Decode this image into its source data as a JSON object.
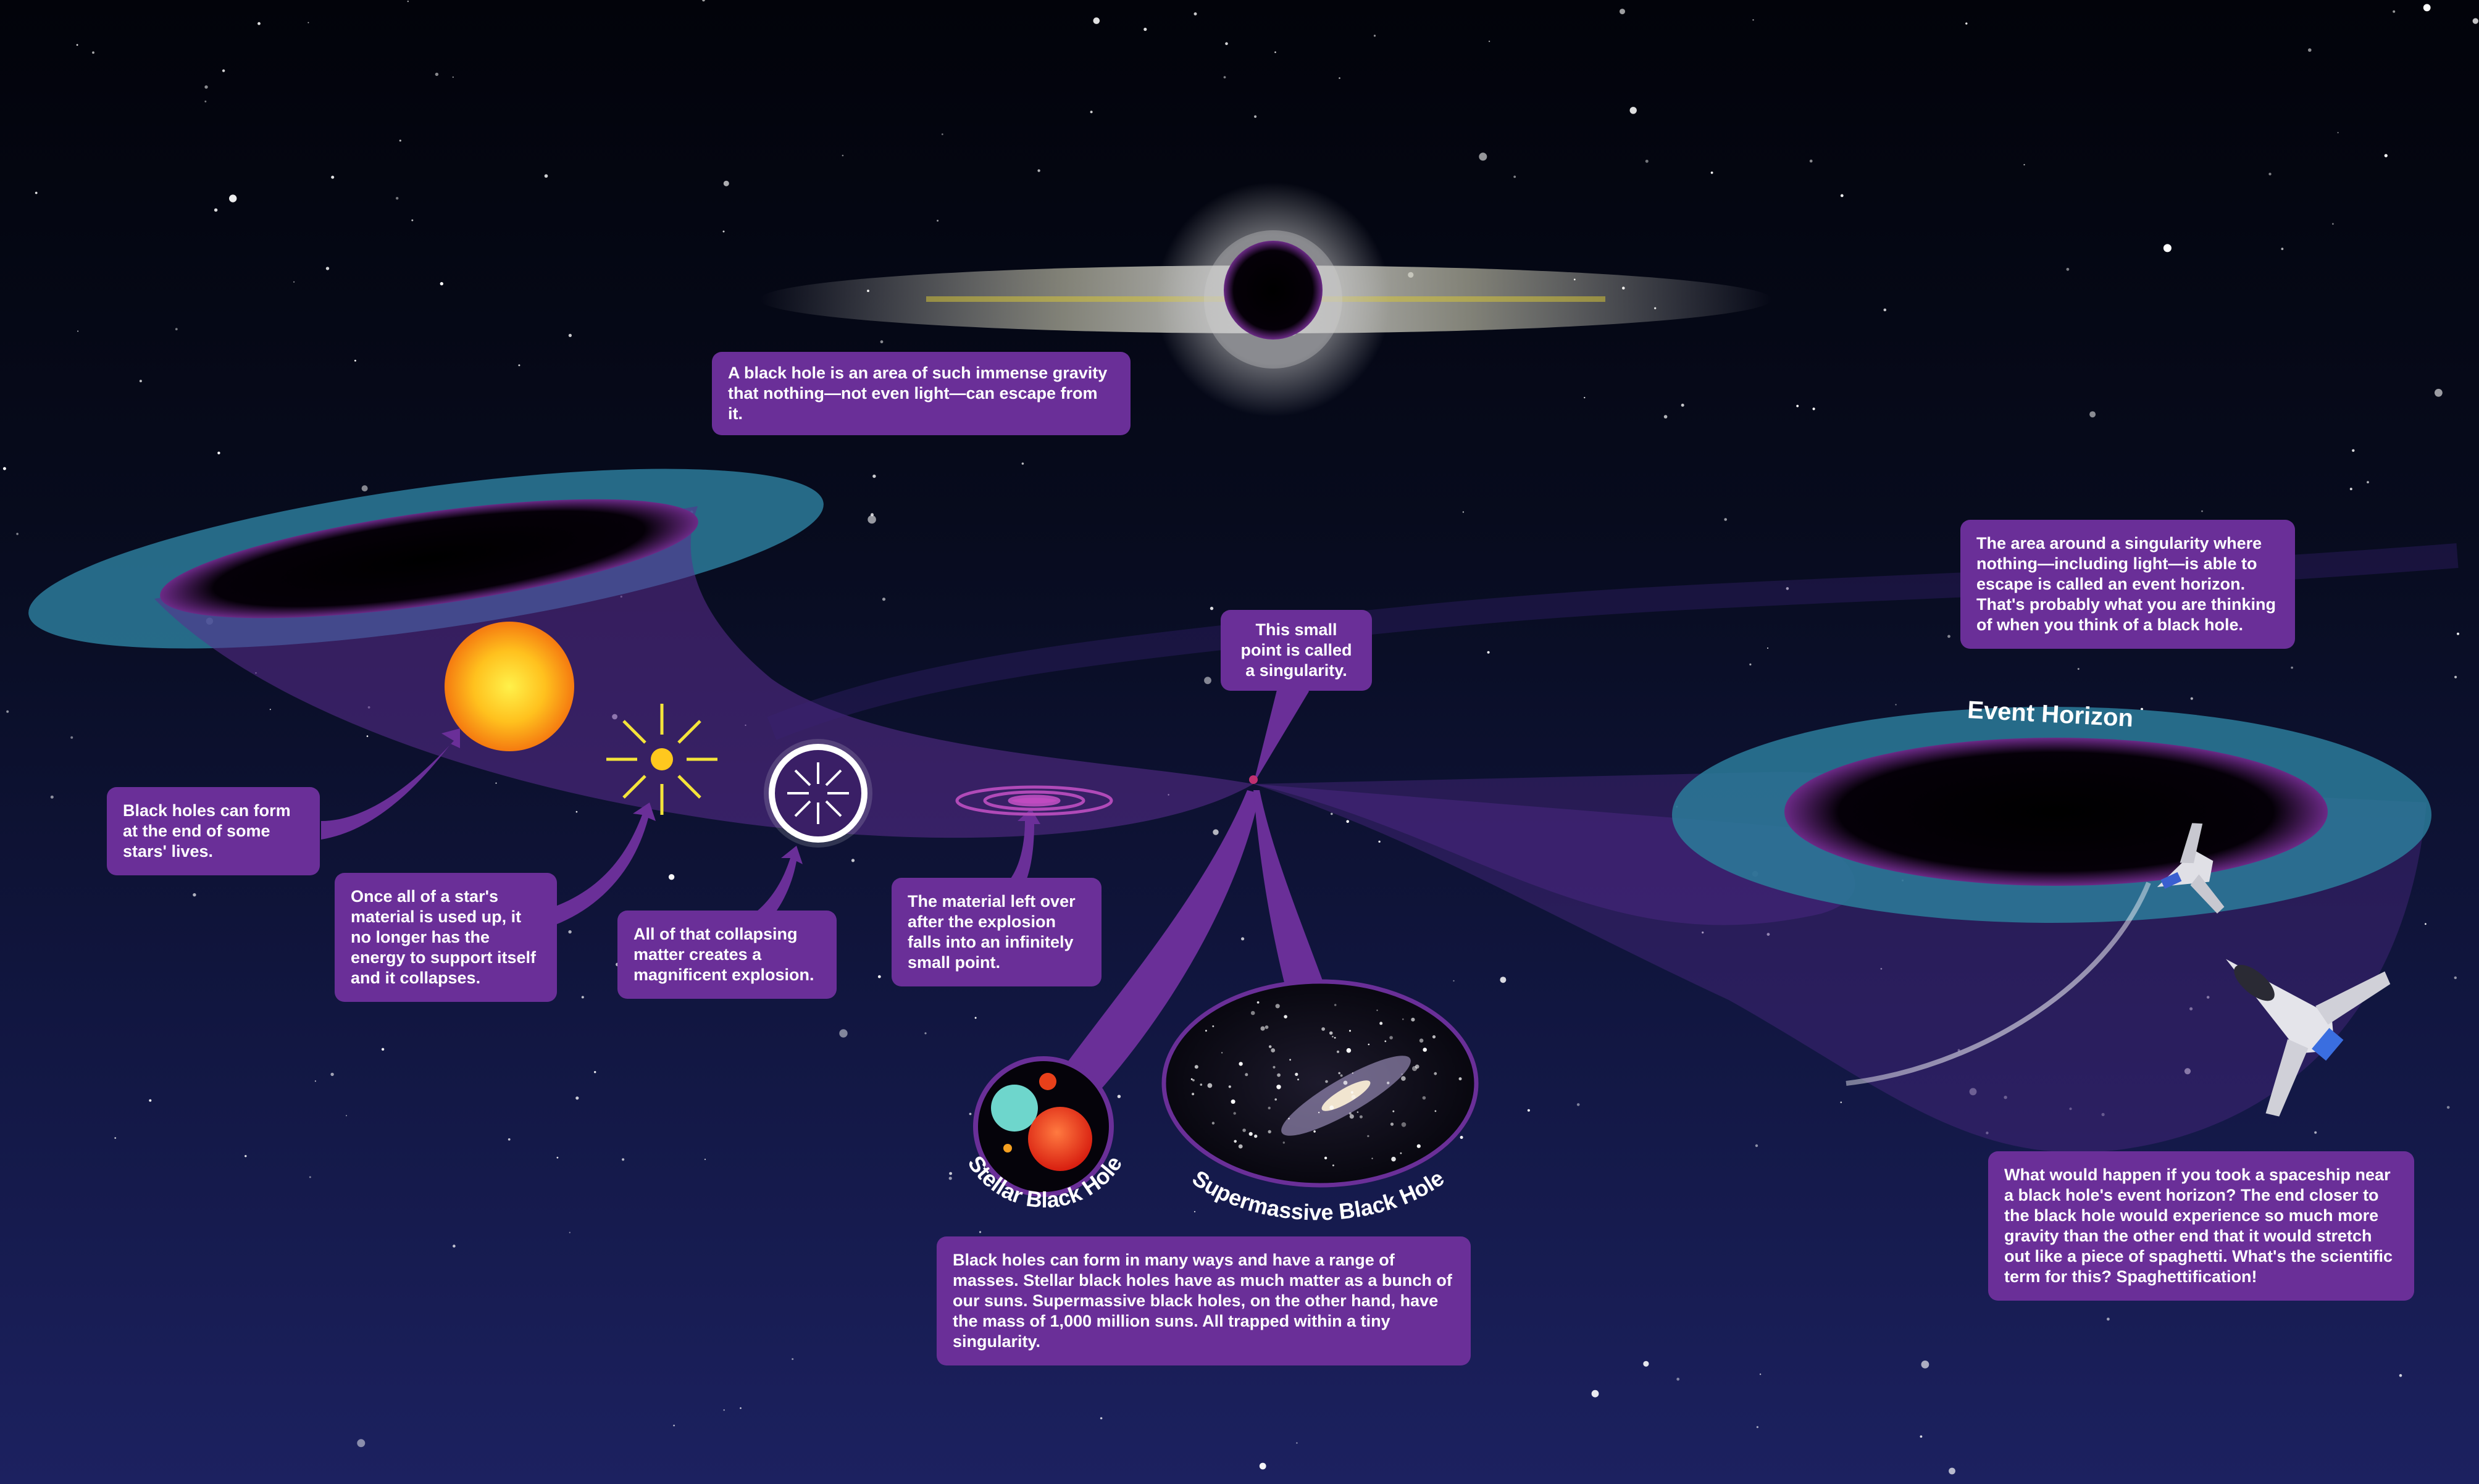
{
  "captions": {
    "definition": "A black hole is an area of such immense gravity that nothing—not even light—can escape from it.",
    "star_life": "Black holes can form at the end of some stars' lives.",
    "collapse": "Once all of a star's material is used up, it no longer has the energy to support itself and it collapses.",
    "explosion": "All of that collapsing matter creates a magnificent explosion.",
    "material_falls": "The material left over after the explosion falls into an infinitely small point.",
    "singularity": "This small point is called a singularity.",
    "event_horizon_def": "The area around a singularity where nothing—including light—is able to escape is called an event horizon. That's probably what you are thinking of when you think of a black hole.",
    "masses": "Black holes can form in many ways and have a range of masses. Stellar black holes have as much matter as a bunch of our suns. Supermassive black holes, on the other hand, have the mass of 1,000 million suns. All trapped within a tiny singularity.",
    "spaghettification": "What would happen if you took a spaceship near a black hole's event horizon? The end closer to the black hole would experience so much more gravity than the other end that it would stretch out like a piece of spaghetti. What's the scientific term for this? Spaghettification!"
  },
  "labels": {
    "event_horizon": "Event Horizon",
    "stellar": "Stellar Black Hole",
    "supermassive": "Supermassive Black Hole"
  },
  "colors": {
    "callout": "#6a2f98",
    "funnel": "#5b2d8f",
    "disk": "#2b7b9a",
    "star": "#ff9a1a"
  }
}
